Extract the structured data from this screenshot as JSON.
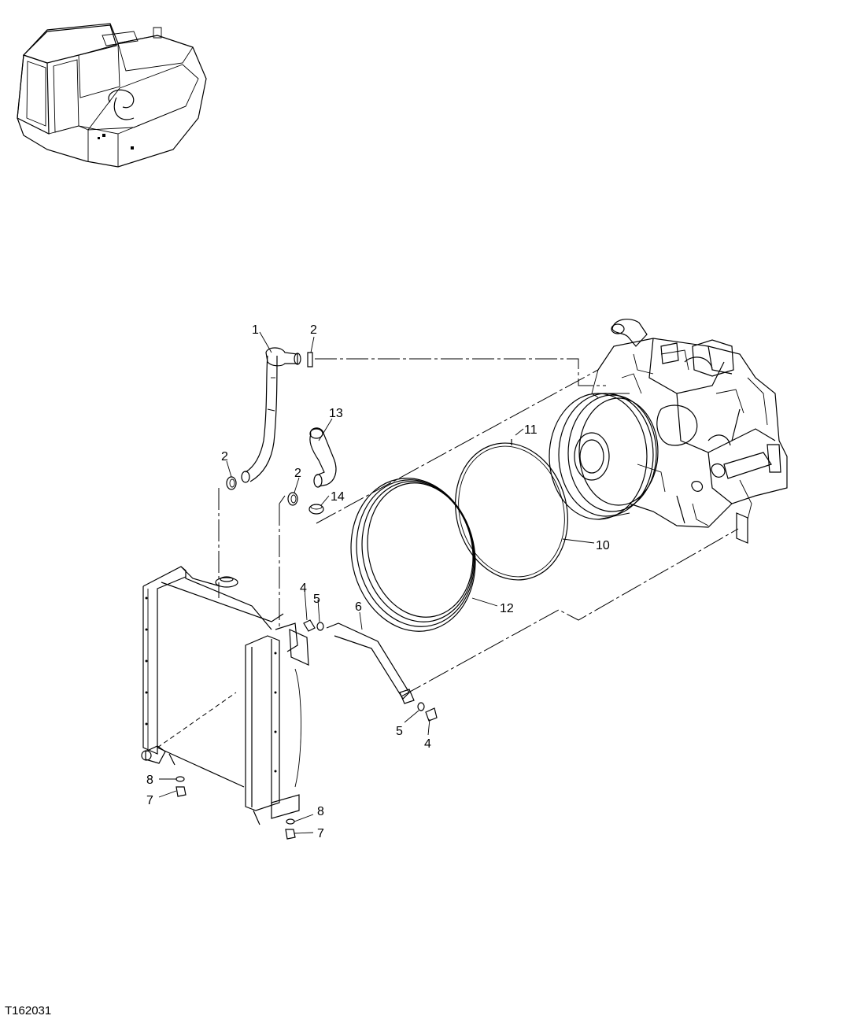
{
  "figure_id": "T162031",
  "callouts": [
    {
      "key": "c1",
      "label": "1"
    },
    {
      "key": "c2a",
      "label": "2"
    },
    {
      "key": "c2b",
      "label": "2"
    },
    {
      "key": "c2c",
      "label": "2"
    },
    {
      "key": "c13",
      "label": "13"
    },
    {
      "key": "c14",
      "label": "14"
    },
    {
      "key": "c11",
      "label": "11"
    },
    {
      "key": "c10",
      "label": "10"
    },
    {
      "key": "c12",
      "label": "12"
    },
    {
      "key": "c6",
      "label": "6"
    },
    {
      "key": "c4a",
      "label": "4"
    },
    {
      "key": "c5a",
      "label": "5"
    },
    {
      "key": "c4b",
      "label": "4"
    },
    {
      "key": "c5b",
      "label": "5"
    },
    {
      "key": "c8a",
      "label": "8"
    },
    {
      "key": "c7a",
      "label": "7"
    },
    {
      "key": "c8b",
      "label": "8"
    },
    {
      "key": "c7b",
      "label": "7"
    }
  ]
}
